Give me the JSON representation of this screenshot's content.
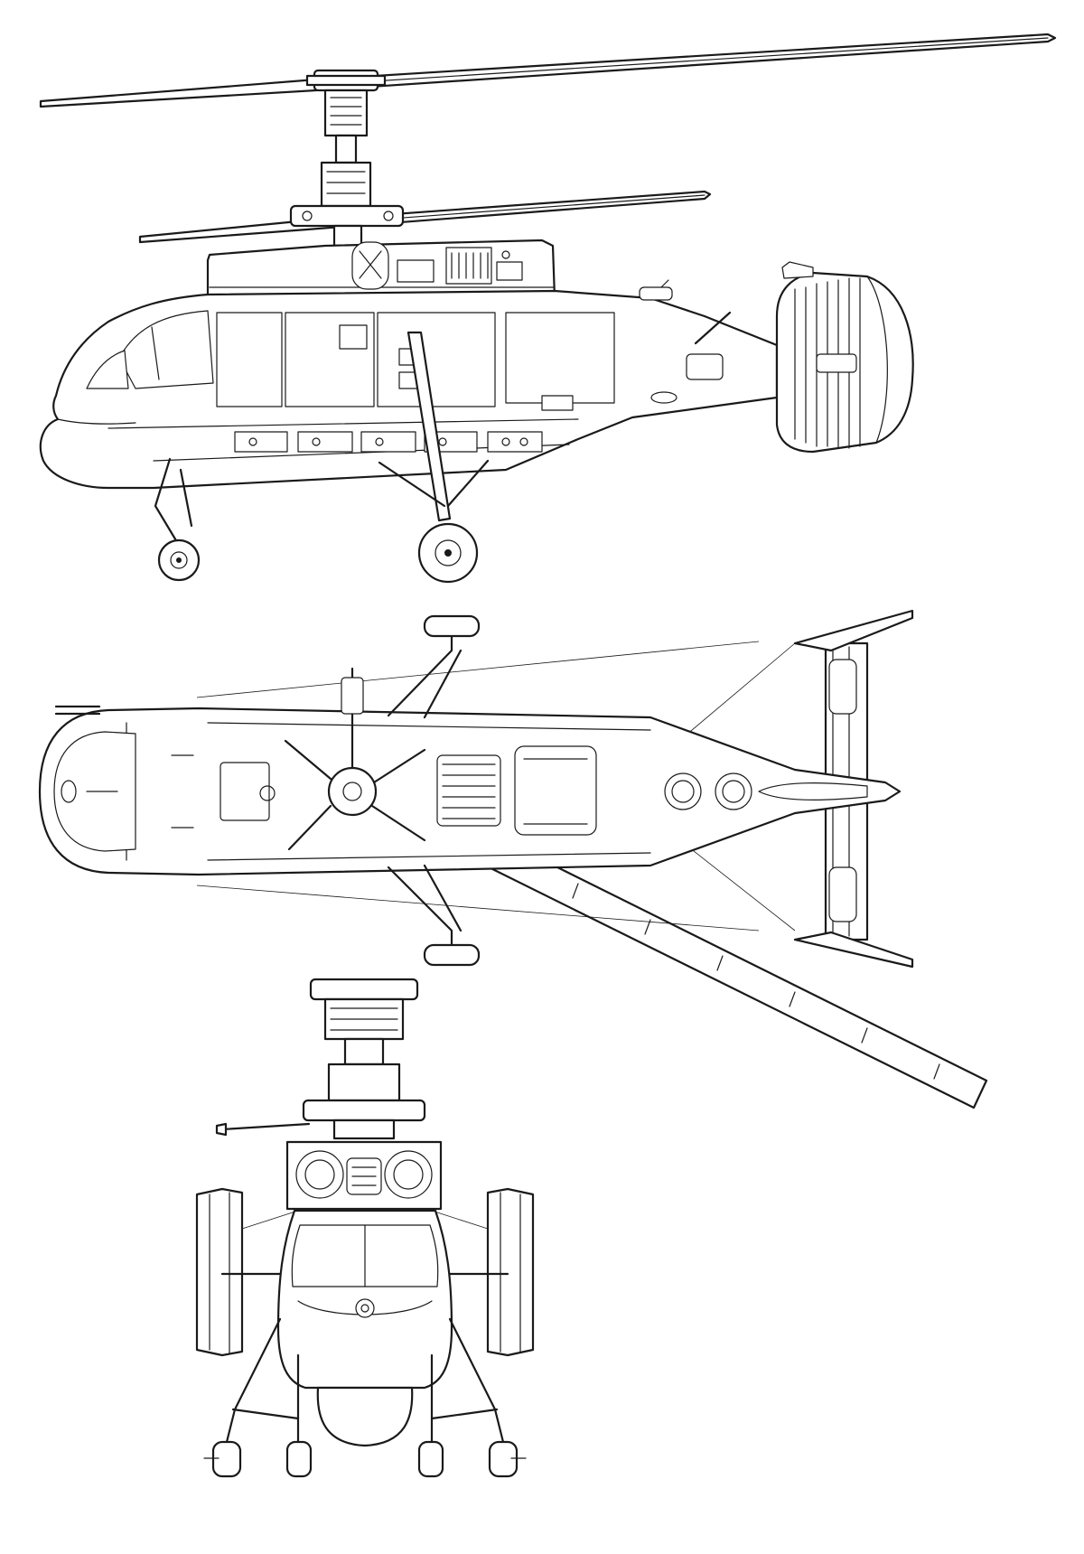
{
  "drawing": {
    "views": [
      {
        "id": "side",
        "description_visible": false
      },
      {
        "id": "top",
        "description_visible": false
      },
      {
        "id": "front",
        "description_visible": false
      }
    ],
    "line_color": "#1a1a1a",
    "background_color": "#ffffff"
  }
}
